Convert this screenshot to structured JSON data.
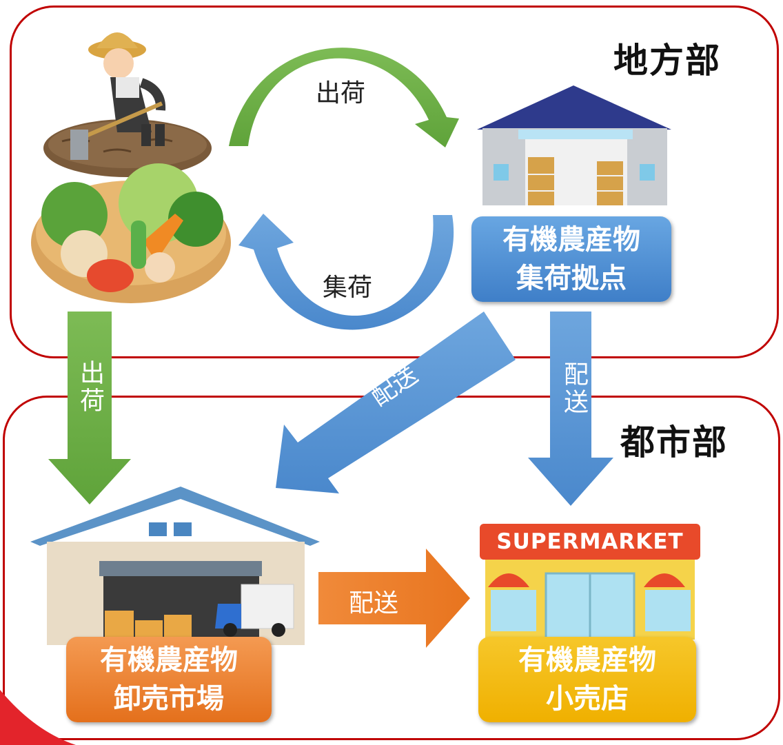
{
  "regions": {
    "rural": {
      "title": "地方部"
    },
    "urban": {
      "title": "都市部"
    }
  },
  "nodes": {
    "collection_hub": {
      "line1": "有機農産物",
      "line2": "集荷拠点",
      "color": "#4a8fd6"
    },
    "wholesale_market": {
      "line1": "有機農産物",
      "line2": "卸売市場",
      "color": "#ed7d31"
    },
    "retail_store": {
      "line1": "有機農産物",
      "line2": "小売店",
      "color": "#f2b705"
    }
  },
  "arrows": {
    "ship_to_hub": "出荷",
    "collect_from_farm": "集荷",
    "ship_to_market": "出荷",
    "deliver_hub_to_market": "配送",
    "deliver_hub_to_store": "配送",
    "deliver_market_to_store": "配送"
  },
  "supermarket_sign": "SUPERMARKET",
  "colors": {
    "region_border": "#c00000",
    "green_arrow": "#6aa84f",
    "blue_arrow": "#5b9bd5",
    "orange_arrow": "#ed7d31"
  }
}
